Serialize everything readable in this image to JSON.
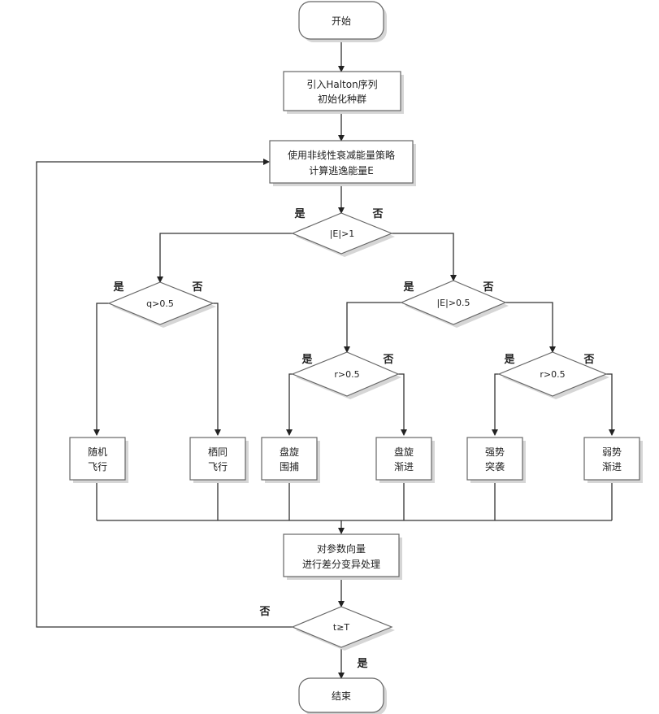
{
  "nodes": {
    "start": "开始",
    "init_line1": "引入Halton序列",
    "init_line2": "初始化种群",
    "energy_line1": "使用非线性衰减能量策略",
    "energy_line2": "计算逃逸能量E",
    "dec_e1": "|E|>1",
    "dec_q": "q>0.5",
    "dec_e05": "|E|>0.5",
    "dec_r_left": "r>0.5",
    "dec_r_right": "r>0.5",
    "random_line1": "随机",
    "random_line2": "飞行",
    "perch_line1": "栖同",
    "perch_line2": "飞行",
    "spiral_siege_line1": "盘旋",
    "spiral_siege_line2": "围捕",
    "spiral_progress_line1": "盘旋",
    "spiral_progress_line2": "渐进",
    "strong_line1": "强势",
    "strong_line2": "突袭",
    "weak_line1": "弱势",
    "weak_line2": "渐进",
    "de_line1": "对参数向量",
    "de_line2": "进行差分变异处理",
    "dec_t": "t≥T",
    "end": "结束"
  },
  "branch_labels": {
    "yes": "是",
    "no": "否"
  }
}
